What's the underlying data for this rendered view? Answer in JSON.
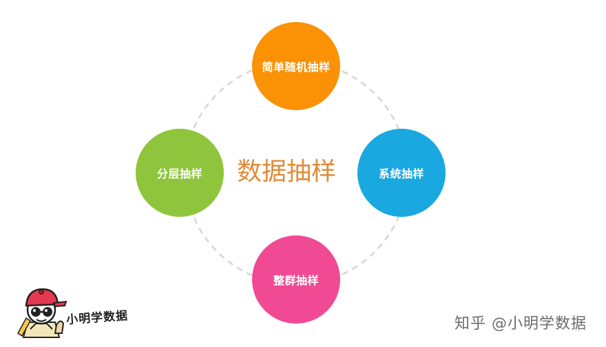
{
  "diagram": {
    "center": {
      "label": "数据抽样",
      "color": "#e08b38"
    },
    "nodes": [
      {
        "id": "top",
        "label": "简单随机抽样",
        "color": "#fb9205"
      },
      {
        "id": "right",
        "label": "系统抽样",
        "color": "#1aa8e0"
      },
      {
        "id": "bottom",
        "label": "整群抽样",
        "color": "#f04a94"
      },
      {
        "id": "left",
        "label": "分层抽样",
        "color": "#8fc53d"
      }
    ],
    "ring_color": "#d6d6d6"
  },
  "branding": {
    "logo_text": "小明学数据",
    "watermark": "知乎 @小明学数据"
  }
}
